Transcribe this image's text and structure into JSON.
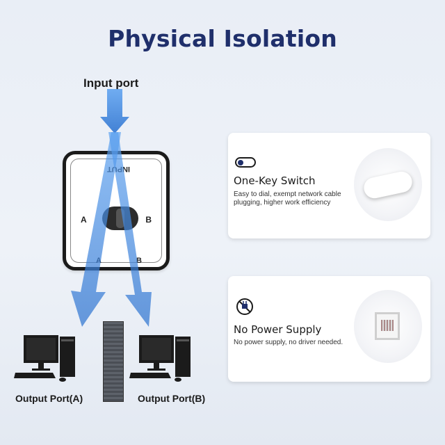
{
  "title": "Physical Isolation",
  "input_label": "Input port",
  "device": {
    "input_text": "INPUT",
    "port_a": "A",
    "port_b": "B"
  },
  "outputs": {
    "a_label": "Output Port(A)",
    "b_label": "Output Port(B)"
  },
  "features": [
    {
      "title": "One-Key Switch",
      "description": "Easy to dial, exempt network cable plugging, higher work efficiency",
      "icon": "toggle-switch-icon"
    },
    {
      "title": "No Power Supply",
      "description": "No power supply, no driver needed.",
      "icon": "no-power-plug-icon"
    }
  ],
  "colors": {
    "title": "#1f2f6b",
    "arrow": "#3a7fd8",
    "background": "#e9eef6"
  }
}
